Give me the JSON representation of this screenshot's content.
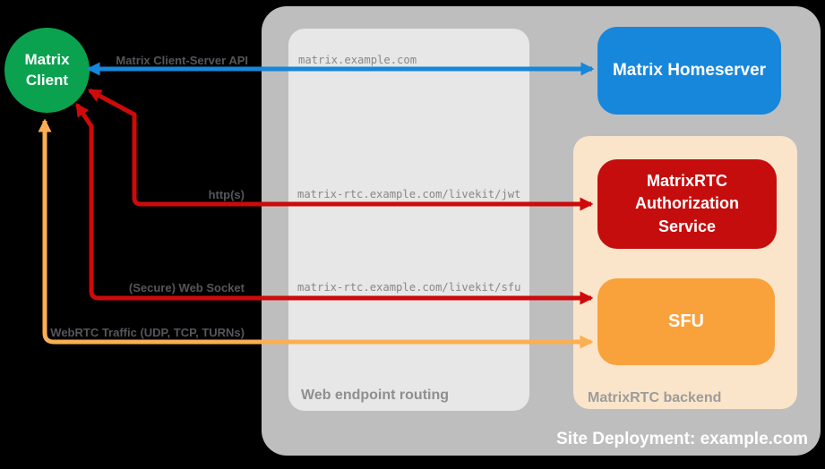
{
  "diagram": {
    "nodes": {
      "client": {
        "label": "Matrix\nClient",
        "color": "#0AA24F"
      },
      "homeserver": {
        "label": "Matrix Homeserver",
        "color": "#1787DB"
      },
      "auth": {
        "label": "MatrixRTC\nAuthorization\nService",
        "color": "#C50D0D"
      },
      "sfu": {
        "label": "SFU",
        "color": "#F9A23C"
      }
    },
    "groups": {
      "site": {
        "label": "Site Deployment: example.com",
        "color": "#BEBEBE",
        "label_color": "#FFFFFF"
      },
      "routing": {
        "label": "Web endpoint routing",
        "color": "#E7E7E7",
        "label_color": "#8F8F8F"
      },
      "backend": {
        "label": "MatrixRTC backend",
        "color": "#FBE5CA",
        "label_color": "#9C9C9C"
      }
    },
    "endpoints": [
      "matrix.example.com",
      "matrix-rtc.example.com/livekit/jwt",
      "matrix-rtc.example.com/livekit/sfu"
    ],
    "arrows": {
      "client_server": {
        "label": "Matrix Client-Server API",
        "color": "#1787DB"
      },
      "https": {
        "label": "http(s)",
        "color": "#CE0A0A"
      },
      "websocket": {
        "label": "(Secure) Web Socket",
        "color": "#CE0A0A"
      },
      "webrtc": {
        "label": "WebRTC Traffic (UDP, TCP, TURNs)",
        "color": "#FBAF52"
      }
    },
    "text_colors": {
      "arrow_label": "#55565A",
      "endpoint": "#888888"
    }
  }
}
